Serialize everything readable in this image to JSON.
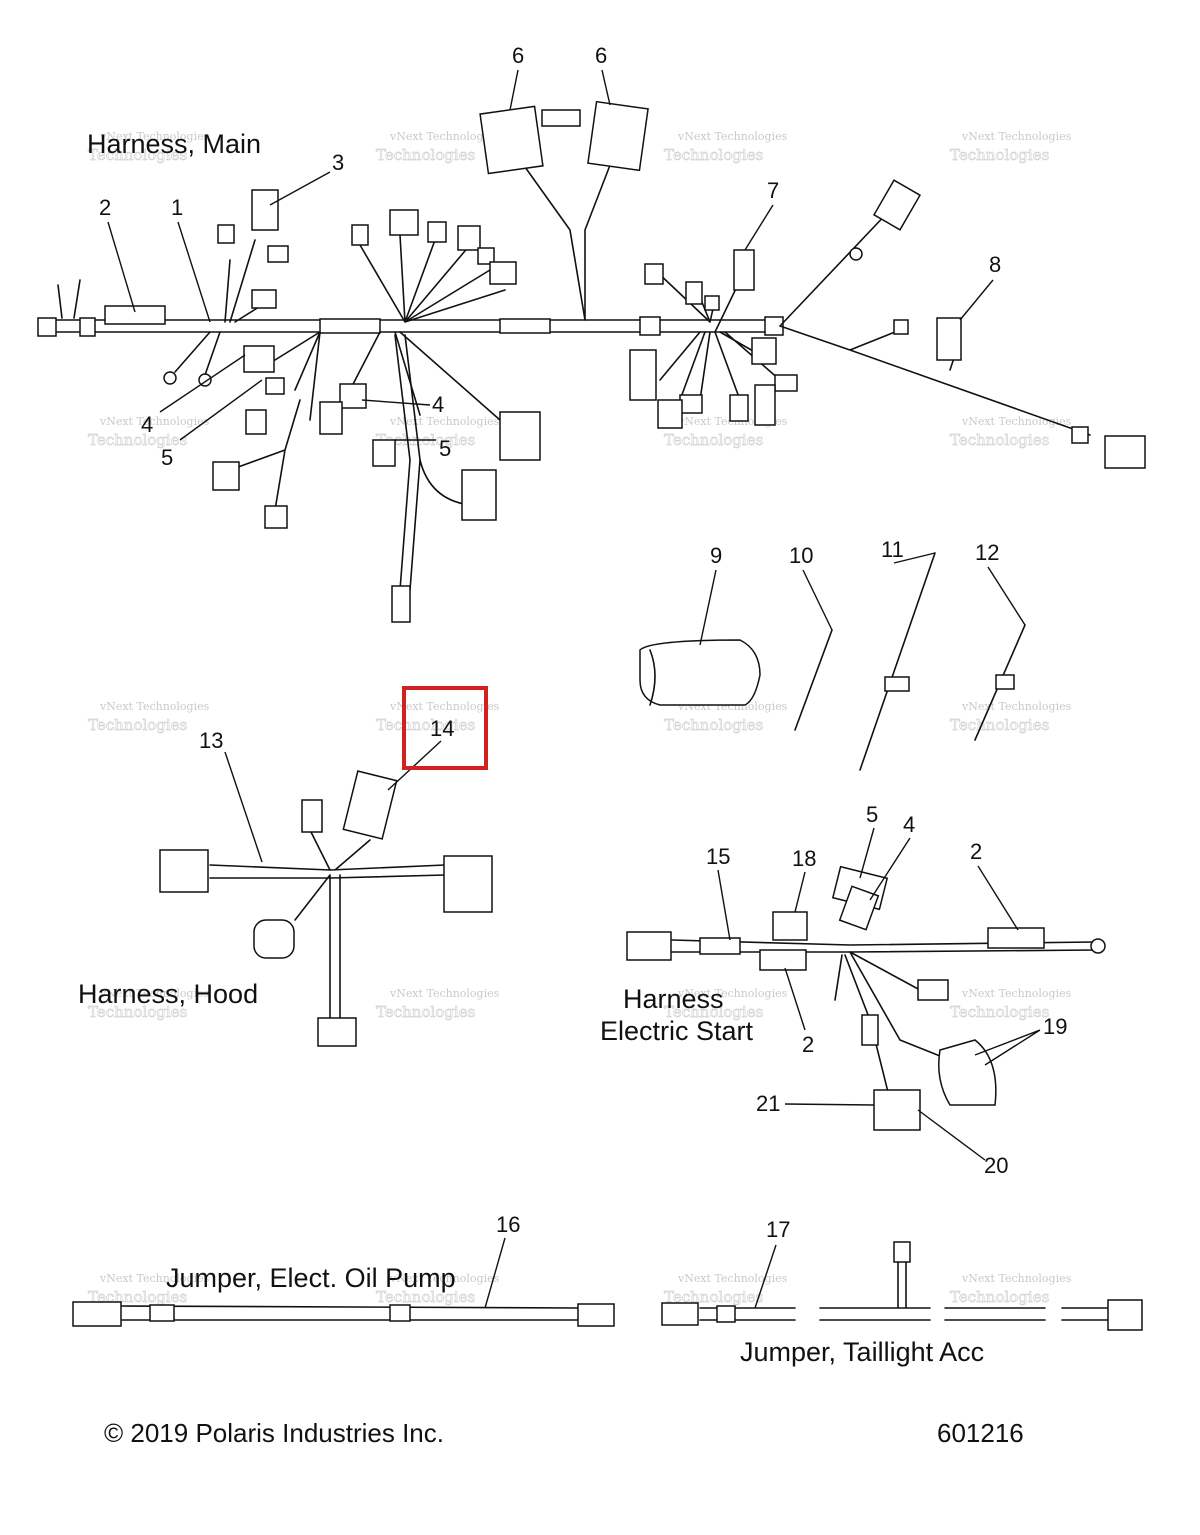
{
  "titles": {
    "harness_main": "Harness, Main",
    "harness_hood": "Harness, Hood",
    "harness_electric_start_1": "Harness",
    "harness_electric_start_2": "Electric Start",
    "jumper_oil_pump": "Jumper, Elect. Oil Pump",
    "jumper_taillight": "Jumper, Taillight Acc"
  },
  "callouts": {
    "c1": "1",
    "c2a": "2",
    "c3": "3",
    "c4a": "4",
    "c4b": "4",
    "c5a": "5",
    "c5b": "5",
    "c6a": "6",
    "c6b": "6",
    "c7": "7",
    "c8": "8",
    "c9": "9",
    "c10": "10",
    "c11": "11",
    "c12": "12",
    "c13": "13",
    "c14": "14",
    "c15": "15",
    "c18": "18",
    "c5c": "5",
    "c4c": "4",
    "c2b": "2",
    "c2c": "2",
    "c19": "19",
    "c21": "21",
    "c20": "20",
    "c16": "16",
    "c17": "17"
  },
  "watermark": {
    "line1": "vNext Technologies",
    "line2": "Technologies"
  },
  "footer": {
    "copyright": "© 2019 Polaris Industries Inc.",
    "diagram_number": "601216"
  },
  "highlight": {
    "color": "#d32020",
    "target_callout": "14"
  }
}
